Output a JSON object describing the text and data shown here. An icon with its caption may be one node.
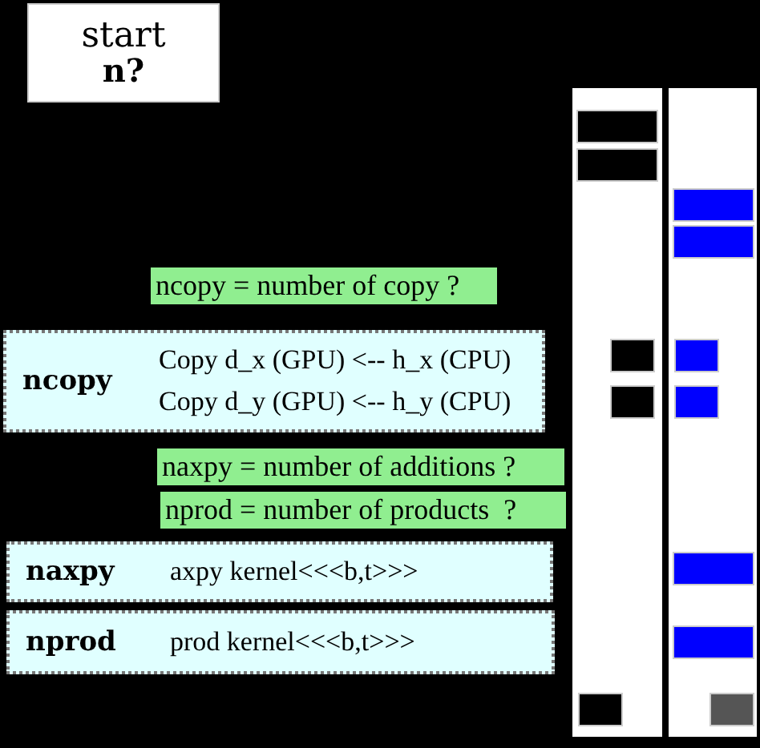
{
  "diagram": {
    "nodes": [
      {
        "text": [
          "start",
          "n?"
        ]
      },
      {
        "text": [
          "ncopy = number of copy ?"
        ]
      },
      {
        "text": [
          "ncopy",
          "Copy d_x (GPU) <-- h_x (CPU)",
          "Copy d_y (GPU) <-- h_y (CPU)"
        ]
      },
      {
        "text": [
          "naxpy = number of additions ?"
        ]
      },
      {
        "text": [
          "nprod = number of products  ?"
        ]
      },
      {
        "text": [
          "naxpy",
          "axpy kernel<<<b,t>>>"
        ]
      },
      {
        "text": [
          "nprod",
          "prod kernel<<<b,t>>>"
        ]
      }
    ]
  }
}
